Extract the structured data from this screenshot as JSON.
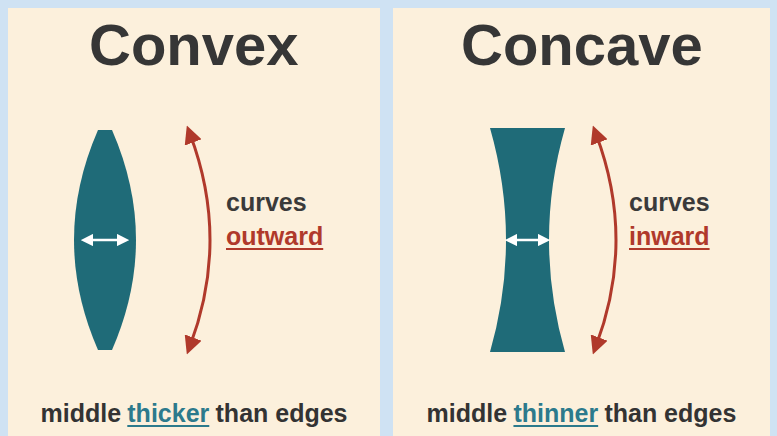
{
  "diagram": {
    "nodes": [
      {
        "text": [
          "Convex",
          "curves",
          "outward",
          "middle",
          "thicker",
          "than edges"
        ]
      },
      {
        "text": [
          "Concave",
          "curves",
          "inward",
          "middle",
          "thinner",
          "than edges"
        ]
      }
    ]
  }
}
